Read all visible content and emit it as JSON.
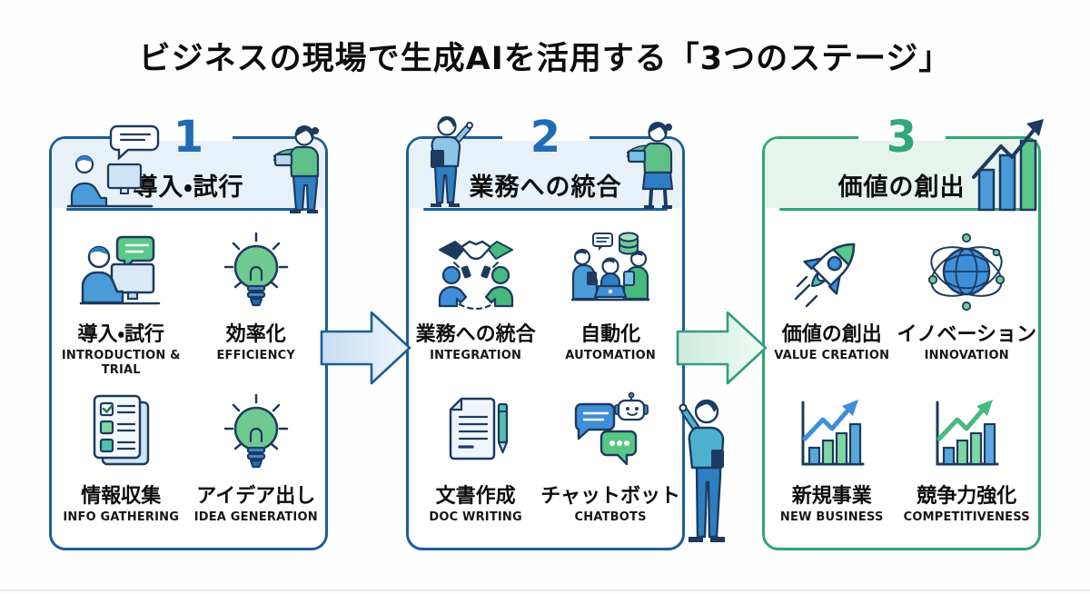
{
  "title": "ビジネスの現場で生成AIを活用する「3つのステージ」",
  "colors": {
    "panel_border_blue": "#1b5e97",
    "panel_border_green": "#2ea674",
    "stage_number_blue": "#1f6cb4",
    "stage_number_green": "#2fa87c",
    "header_band_blue": "#e9f1f8",
    "header_band_green": "#e7f4ed",
    "icon_blue": "#3f8fd8",
    "icon_green": "#57c785",
    "icon_teal": "#52bfae",
    "outline_navy": "#1d3a5f",
    "arrow_blue_fill": "#c7ddf1",
    "arrow_green_fill": "#cdebdd"
  },
  "flow_arrows": [
    {
      "direction": "right",
      "theme": "blue"
    },
    {
      "direction": "right",
      "theme": "green"
    }
  ],
  "stages": [
    {
      "number": "1",
      "title": "導入・試行",
      "theme": "blue",
      "decor": [
        "speech-bubble",
        "person-at-desk",
        "standing-woman-laptop"
      ],
      "items": [
        {
          "jp": "導入・試行",
          "en": "INTRODUCTION & TRIAL",
          "icon": "person-computer-icon"
        },
        {
          "jp": "効率化",
          "en": "EFFICIENCY",
          "icon": "lightbulb-icon"
        },
        {
          "jp": "情報収集",
          "en": "INFO GATHERING",
          "icon": "checklist-icon"
        },
        {
          "jp": "アイデア出し",
          "en": "IDEA GENERATION",
          "icon": "lightbulb-icon"
        }
      ]
    },
    {
      "number": "2",
      "title": "業務への統合",
      "theme": "blue",
      "decor": [
        "standing-man-pointing",
        "standing-woman-laptop",
        "standing-man-presenting"
      ],
      "items": [
        {
          "jp": "業務への統合",
          "en": "INTEGRATION",
          "icon": "handshake-people-icon"
        },
        {
          "jp": "自動化",
          "en": "AUTOMATION",
          "icon": "team-automation-icon"
        },
        {
          "jp": "文書作成",
          "en": "DOC WRITING",
          "icon": "document-pen-icon"
        },
        {
          "jp": "チャットボット",
          "en": "CHATBOTS",
          "icon": "chatbot-icon"
        }
      ]
    },
    {
      "number": "3",
      "title": "価値の創出",
      "theme": "green",
      "decor": [
        "growth-bars-arrow"
      ],
      "items": [
        {
          "jp": "価値の創出",
          "en": "VALUE CREATION",
          "icon": "rocket-icon"
        },
        {
          "jp": "イノベーション",
          "en": "INNOVATION",
          "icon": "globe-network-icon"
        },
        {
          "jp": "新規事業",
          "en": "NEW BUSINESS",
          "icon": "growth-chart-blue-icon"
        },
        {
          "jp": "競争力強化",
          "en": "COMPETITIVENESS",
          "icon": "growth-chart-green-icon"
        }
      ]
    }
  ]
}
